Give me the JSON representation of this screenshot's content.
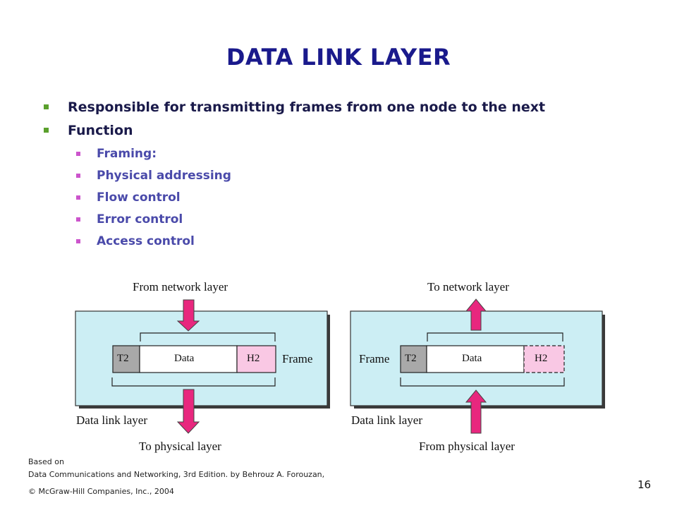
{
  "slide": {
    "title": "DATA LINK LAYER",
    "bullets": [
      {
        "text": "Responsible for transmitting frames from one node to the next"
      },
      {
        "text": "Function"
      }
    ],
    "sub_bullets": [
      {
        "text": "Framing:"
      },
      {
        "text": "Physical addressing"
      },
      {
        "text": "Flow control"
      },
      {
        "text": "Error control"
      },
      {
        "text": "Access control"
      }
    ],
    "page_number": "16"
  },
  "diagram": {
    "left": {
      "top_label": "From network layer",
      "bottom_label": "To physical layer",
      "layer_label": "Data link layer",
      "frame_label": "Frame",
      "trailer": "T2",
      "data": "Data",
      "header": "H2"
    },
    "right": {
      "top_label": "To network layer",
      "bottom_label": "From physical layer",
      "layer_label": "Data link layer",
      "frame_label": "Frame",
      "trailer": "T2",
      "data": "Data",
      "header": "H2"
    },
    "colors": {
      "layer_box": "#cceef4",
      "arrow": "#e8277e",
      "trailer": "#a9a9a9",
      "header": "#f9c8e4"
    }
  },
  "footer": {
    "line1": "Based on",
    "line2": "Data Communications  and Networking, 3rd Edition. by Behrouz A. Forouzan,",
    "line3": "© McGraw-Hill Companies, Inc., 2004"
  }
}
